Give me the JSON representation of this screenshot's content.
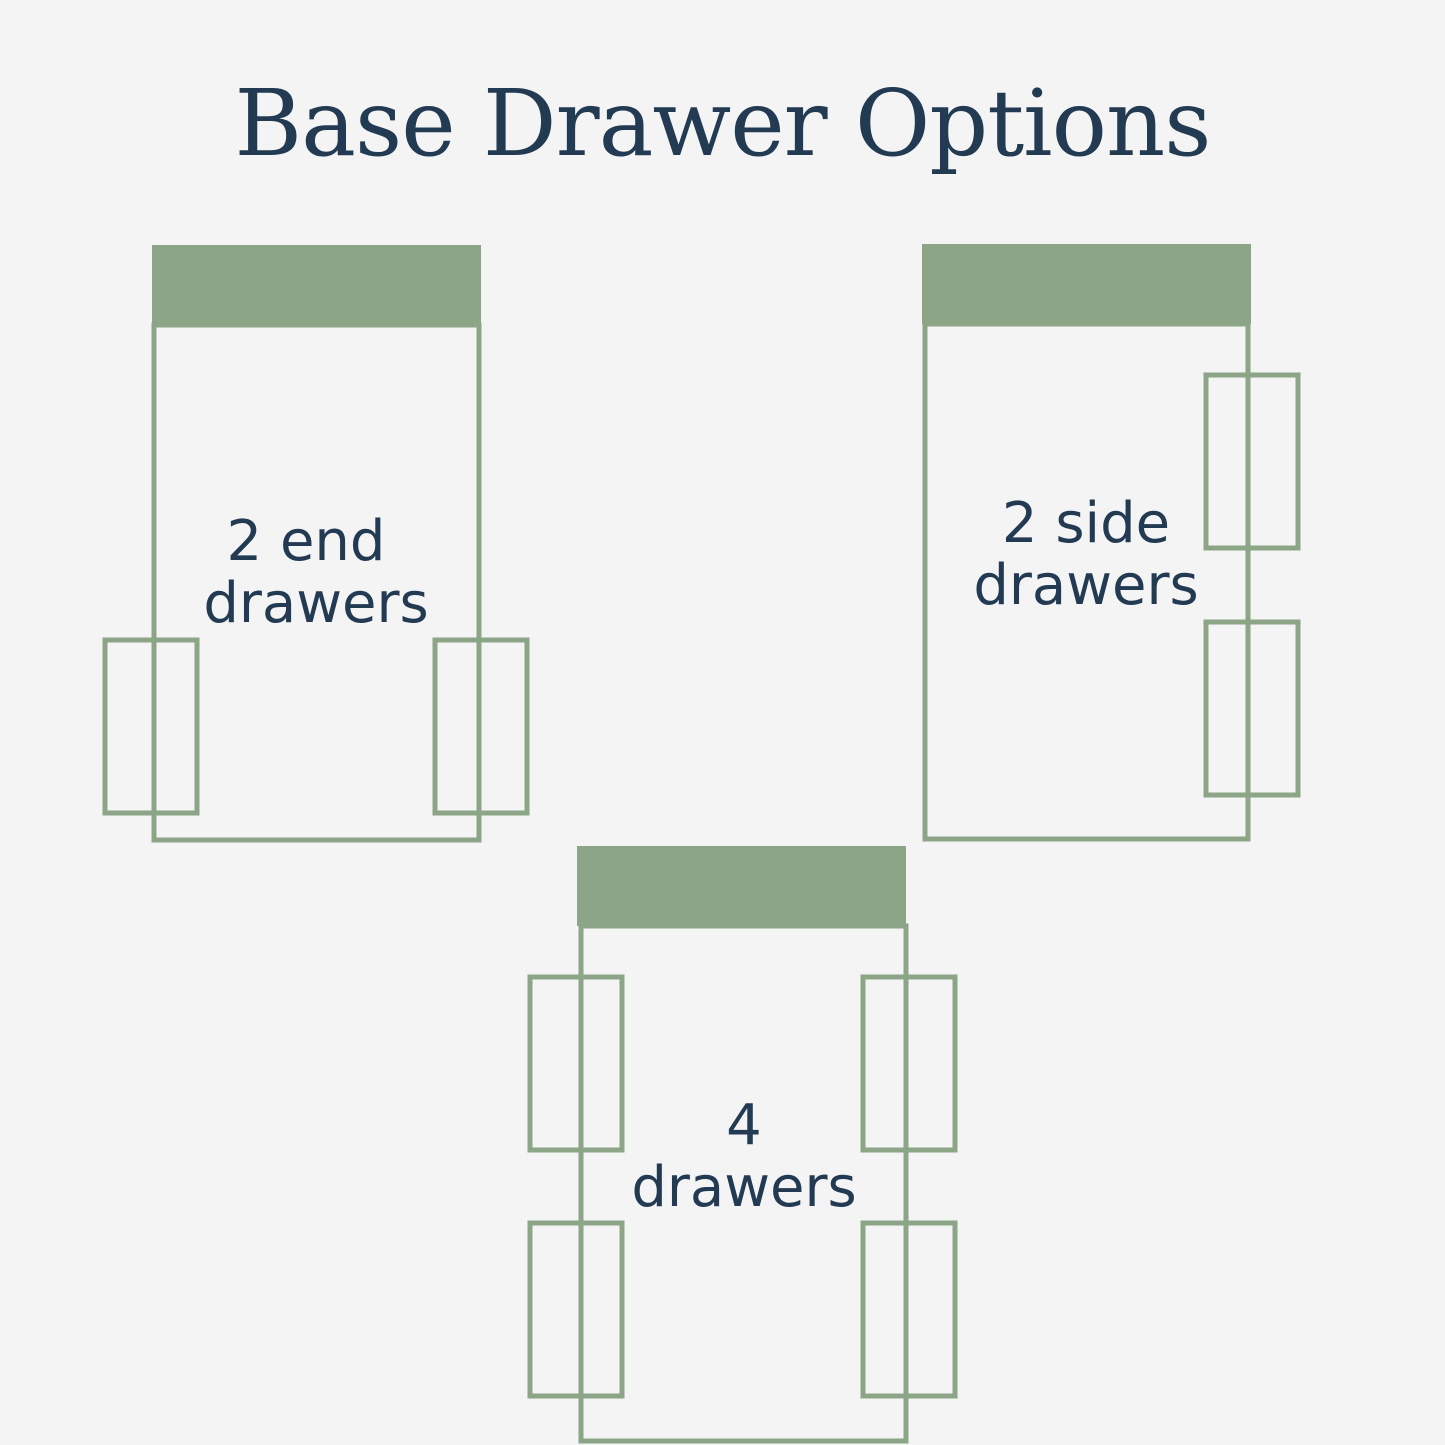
{
  "title": "Base Drawer Options",
  "colors": {
    "background": "#f4f4f5",
    "title_text": "#223a52",
    "sage": "#8ba586"
  },
  "options": [
    {
      "id": "end",
      "label_line1": "2 end",
      "label_line2": "drawers"
    },
    {
      "id": "side",
      "label_line1": "2 side",
      "label_line2": "drawers"
    },
    {
      "id": "four",
      "label_line1": "4",
      "label_line2": "drawers"
    }
  ]
}
